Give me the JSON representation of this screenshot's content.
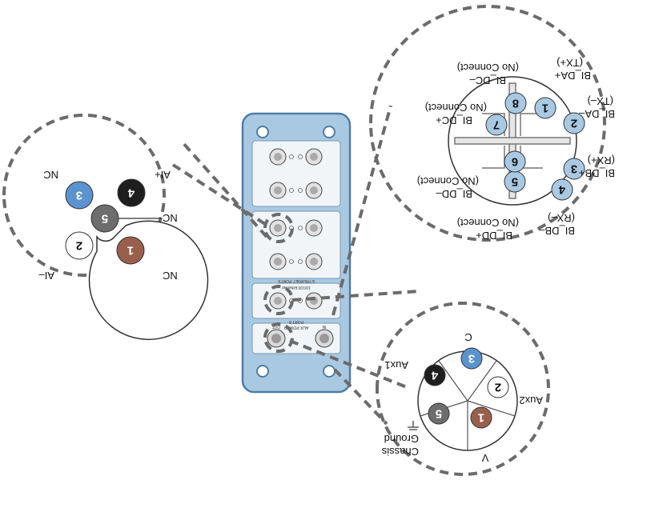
{
  "colors": {
    "housing": "#a9c9e3",
    "housing_stroke": "#4e7da6",
    "face": "#f1f5f8",
    "dash": "#6b6b6b",
    "pin_blue": "#5b93cf",
    "pin_black": "#1e1e1e",
    "pin_gray": "#6d6d6d",
    "pin_brown": "#9a5f4c",
    "pin_white": "#ffffff",
    "pin_light": "#a9c9e3"
  },
  "device": {
    "panel_text_1": "PORT 8",
    "panel_text_2": "10/100 Ethernet",
    "panel_text_3": "ETHERNET PORTS",
    "panel_text_4": "AUX POWER",
    "panel_text_5": "IN",
    "panel_text_6": "OUT"
  },
  "left_connector": {
    "pins": [
      {
        "num": "1",
        "color": "brown"
      },
      {
        "num": "2",
        "color": "white"
      },
      {
        "num": "3",
        "color": "blue"
      },
      {
        "num": "4",
        "color": "black"
      },
      {
        "num": "5",
        "color": "gray"
      }
    ],
    "labels": {
      "ai_plus": "AI+",
      "nc_top": "NC",
      "nc_center": "NC",
      "nc_bottom": "NC",
      "ai_minus": "AI–"
    }
  },
  "right_connector": {
    "pins": [
      {
        "num": "1",
        "color": "light"
      },
      {
        "num": "2",
        "color": "light"
      },
      {
        "num": "3",
        "color": "light"
      },
      {
        "num": "4",
        "color": "light"
      },
      {
        "num": "5",
        "color": "light"
      },
      {
        "num": "6",
        "color": "light"
      },
      {
        "num": "7",
        "color": "light"
      },
      {
        "num": "8",
        "color": "light"
      }
    ],
    "labels": {
      "da_plus": "BI_DA+",
      "tx_plus": "(TX+)",
      "da_minus": "BI_DA–",
      "tx_minus": "(TX–)",
      "db_plus": "BI_DB+",
      "rx_plus": "(RX+)",
      "db_minus": "BI_DB–",
      "rx_minus": "(RX–)",
      "dc_minus": "BI_DC–",
      "dc_minus_nc": "(No Connect)",
      "dc_plus": "BI_DC+",
      "dc_plus_nc": "(No Connect)",
      "dd_minus": "BI_DD–",
      "dd_minus_nc": "(No Connect)",
      "dd_plus": "BI_DD+",
      "dd_plus_nc": "(No Connect)"
    }
  },
  "power_connector": {
    "pins": [
      {
        "num": "1",
        "color": "brown"
      },
      {
        "num": "2",
        "color": "white"
      },
      {
        "num": "3",
        "color": "blue"
      },
      {
        "num": "4",
        "color": "black"
      },
      {
        "num": "5",
        "color": "gray"
      }
    ],
    "labels": {
      "c": "C",
      "aux1": "Aux1",
      "aux2": "Aux2",
      "chassis": "Chassis",
      "ground": "Ground",
      "v": "V"
    }
  }
}
